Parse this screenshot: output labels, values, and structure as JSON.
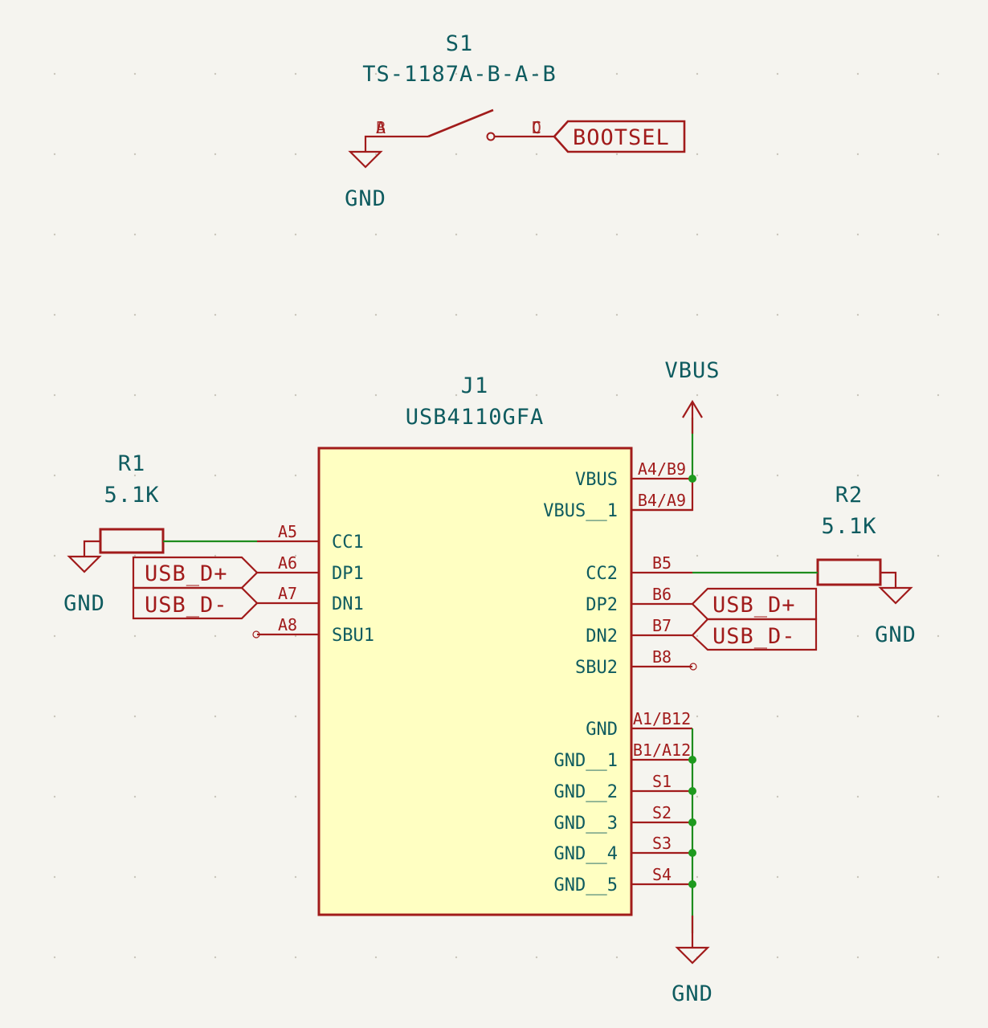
{
  "colors": {
    "background": "#f5f4ef",
    "component": "#a11b1b",
    "text": "#0e5b5f",
    "wire": "#1e8c1e",
    "body_fill": "#ffffc2"
  },
  "switch": {
    "ref": "S1",
    "value": "TS-1187A-B-A-B",
    "pin_a": "A",
    "pin_b": "B",
    "pin_c": "C",
    "pin_d": "D",
    "net_label": "BOOTSEL",
    "gnd": "GND"
  },
  "connector": {
    "ref": "J1",
    "value": "USB4110GFA",
    "left_pins": [
      {
        "name": "CC1",
        "number": "A5"
      },
      {
        "name": "DP1",
        "number": "A6"
      },
      {
        "name": "DN1",
        "number": "A7"
      },
      {
        "name": "SBU1",
        "number": "A8"
      }
    ],
    "right_pins": [
      {
        "name": "VBUS",
        "number": "A4/B9"
      },
      {
        "name": "VBUS__1",
        "number": "B4/A9"
      },
      {
        "name": "CC2",
        "number": "B5"
      },
      {
        "name": "DP2",
        "number": "B6"
      },
      {
        "name": "DN2",
        "number": "B7"
      },
      {
        "name": "SBU2",
        "number": "B8"
      },
      {
        "name": "GND",
        "number": "A1/B12"
      },
      {
        "name": "GND__1",
        "number": "B1/A12"
      },
      {
        "name": "GND__2",
        "number": "S1"
      },
      {
        "name": "GND__3",
        "number": "S2"
      },
      {
        "name": "GND__4",
        "number": "S3"
      },
      {
        "name": "GND__5",
        "number": "S4"
      }
    ]
  },
  "r1": {
    "ref": "R1",
    "value": "5.1K"
  },
  "r2": {
    "ref": "R2",
    "value": "5.1K"
  },
  "power": {
    "vbus": "VBUS",
    "gnd_r1": "GND",
    "gnd_r2": "GND",
    "gnd_j1": "GND"
  },
  "labels": {
    "usb_dp_left": "USB_D+",
    "usb_dn_left": "USB_D-",
    "usb_dp_right": "USB_D+",
    "usb_dn_right": "USB_D-"
  }
}
